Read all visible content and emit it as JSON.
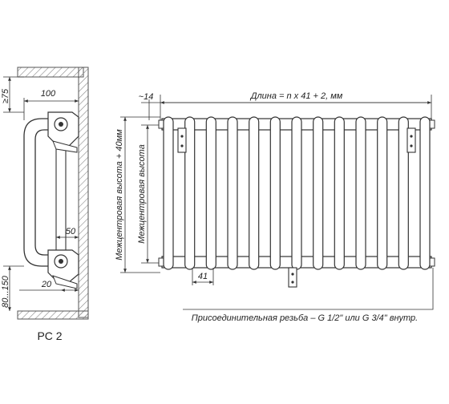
{
  "side_view": {
    "dim_wall_gap": "≥75",
    "dim_depth": "100",
    "dim_bracket": "50",
    "dim_floor_offset": "20",
    "dim_floor_height": "80...150",
    "model_label": "РС 2"
  },
  "front_view": {
    "dim_edge": "~14",
    "dim_length": "Длина = n x 41 + 2, мм",
    "dim_height_outer": "Межцентровая высота + 40мм",
    "dim_height_center": "Межцентровая высота",
    "dim_pitch": "41",
    "section_count": 13
  },
  "note": "Присоединительная резьба – G 1/2\" или G 3/4\" внутр."
}
